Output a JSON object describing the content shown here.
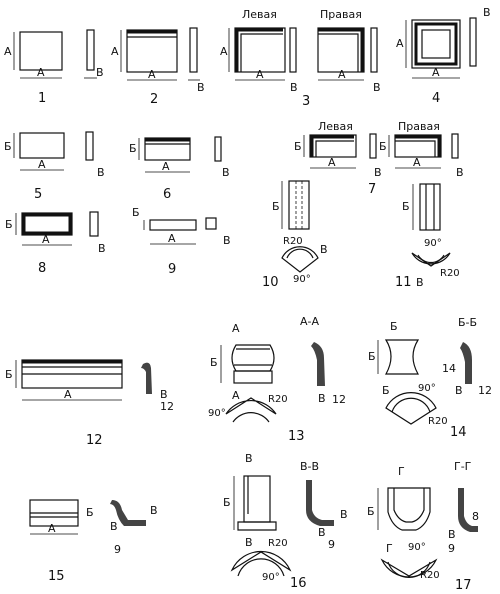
{
  "labels": {
    "A": "А",
    "B": "Б",
    "V": "В",
    "G": "Г",
    "left": "Левая",
    "right": "Правая",
    "r20": "R20",
    "deg90": "90",
    "deg_sign": "°",
    "n12": "12",
    "n14": "14",
    "n9": "9",
    "n8": "8",
    "sec_AA": "А-А",
    "sec_BB": "Б-Б",
    "sec_VV": "В-В",
    "sec_GG": "Г-Г"
  },
  "figures": {
    "f1": "1",
    "f2": "2",
    "f3": "3",
    "f4": "4",
    "f5": "5",
    "f6": "6",
    "f7": "7",
    "f8": "8",
    "f9": "9",
    "f10": "10",
    "f11": "11",
    "f12": "12",
    "f13": "13",
    "f14": "14",
    "f15": "15",
    "f16": "16",
    "f17": "17"
  }
}
